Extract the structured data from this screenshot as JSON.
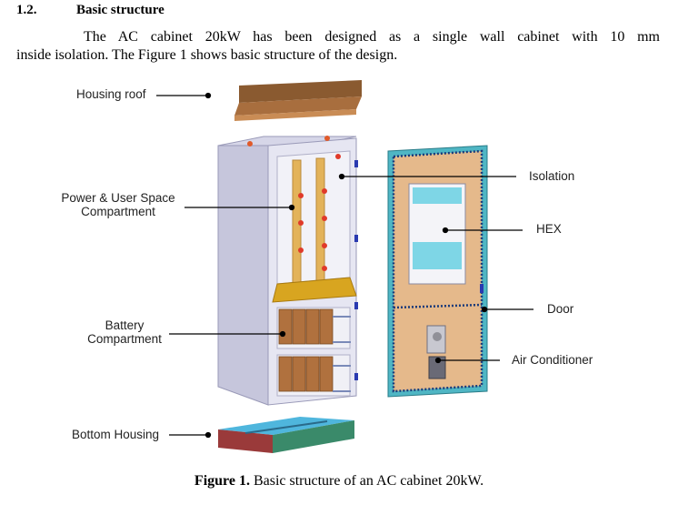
{
  "section": {
    "number": "1.2.",
    "title": "Basic structure"
  },
  "paragraph": {
    "line1": "The AC cabinet 20kW has been designed as a single wall cabinet with 10 mm",
    "line2": "inside isolation. The Figure 1 shows basic structure of the design."
  },
  "figure": {
    "labels": {
      "housing_roof": "Housing roof",
      "power_user_space_1": "Power & User Space",
      "power_user_space_2": "Compartment",
      "battery_1": "Battery",
      "battery_2": "Compartment",
      "bottom_housing": "Bottom Housing",
      "isolation": "Isolation",
      "hex": "HEX",
      "door": "Door",
      "air_conditioner": "Air Conditioner"
    },
    "caption_bold": "Figure 1.",
    "caption_text": " Basic structure of an AC cabinet 20kW."
  }
}
